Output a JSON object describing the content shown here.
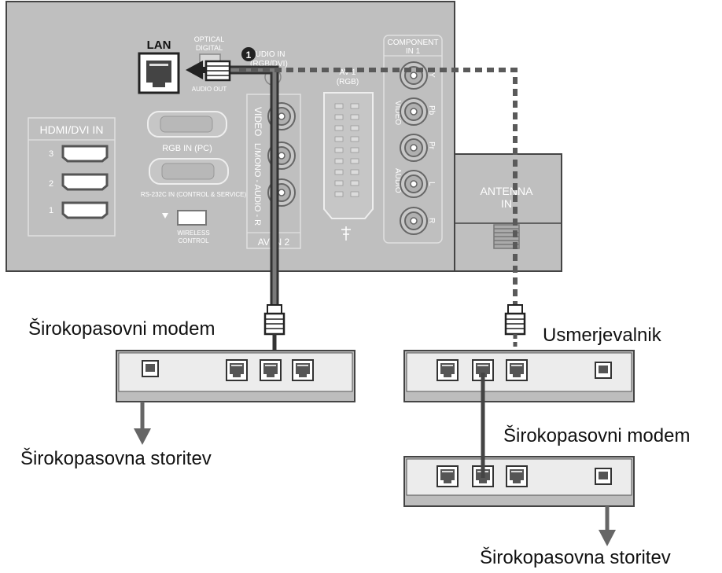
{
  "panel": {
    "lan_label": "LAN",
    "optical_line1": "OPTICAL",
    "optical_line2": "DIGITAL",
    "audio_out": "AUDIO OUT",
    "audio_in_line1": "AUDIO IN",
    "audio_in_line2": "(RGB/DVI)",
    "hdmi_title": "HDMI/DVI IN",
    "hdmi_ports": [
      "3",
      "2",
      "1"
    ],
    "rgb_in": "RGB IN (PC)",
    "rs232": "RS-232C IN (CONTROL & SERVICE)",
    "wireless_line1": "WIRELESS",
    "wireless_line2": "CONTROL",
    "av_video": "VIDEO",
    "av_audio": "L/MONO - AUDIO - R",
    "av_in2": "AV IN 2",
    "av1_line1": "AV 1",
    "av1_line2": "(RGB)",
    "component_line1": "COMPONENT",
    "component_line2": "IN 1",
    "component_video": "VIDEO",
    "component_audio": "AUDIO",
    "component_y": "Y",
    "component_pb": "Pb",
    "component_pr": "Pr",
    "component_l": "L",
    "component_r": "R",
    "antenna_line1": "ANTENNA",
    "antenna_line2": "IN",
    "step_number": "1"
  },
  "labels": {
    "modem_left": "Širokopasovni modem",
    "service_left": "Širokopasovna storitev",
    "router": "Usmerjevalnik",
    "modem_right": "Širokopasovni modem",
    "service_right": "Širokopasovna storitev"
  }
}
